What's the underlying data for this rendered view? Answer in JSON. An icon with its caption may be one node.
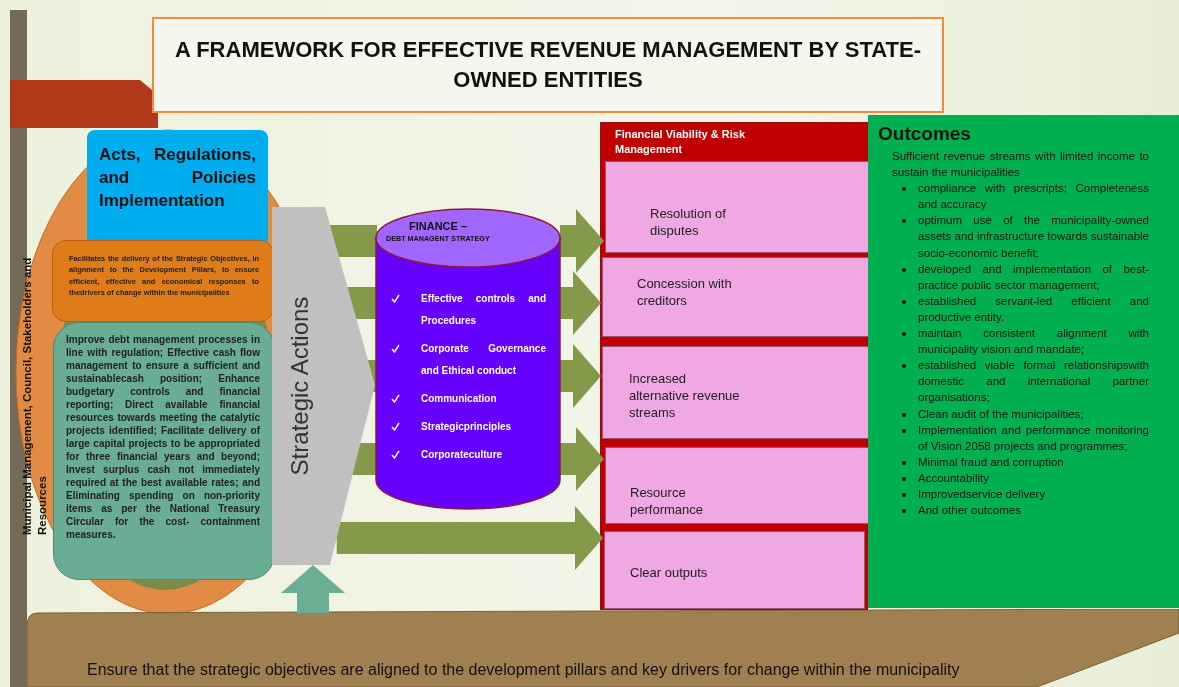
{
  "diagram": {
    "title": "A FRAMEWORK FOR EFFECTIVE REVENUE MANAGEMENT BY STATE-OWNED ENTITIES",
    "nodes": [
      {
        "text": [
          "Acts, Regulations, and Policies Implementation"
        ]
      },
      {
        "text": [
          "Facilitates the delivery of the Strategic Objectives, in alignment to the Development Pillars, to ensure efficient, effective and economical responses to thedrivers of change within the municipalities"
        ]
      },
      {
        "text": [
          "Improve debt management processes in line with regulation; Effective cash flow management to ensure a sufficient and sustainablecash position; Enhance budgetary controls and financial reporting; Direct available financial resources towards meeting the catalytic projects identified; Facilitate delivery of large capital projects to be appropriated for three financial years and beyond; Invest surplus cash not immediately required at the best available rates; and Eliminating spending on non-priority items as per the National Treasury Circular for the cost- containment measures."
        ]
      },
      {
        "text": [
          "Strategic Actions"
        ]
      },
      {
        "text": [
          "FINANCE –",
          "DEBT MANAGENT STRATEGY",
          "Effective controls and Procedures",
          "Corporate Governance and Ethical conduct",
          "Communication",
          "Strategicprinciples",
          "Corporateculture"
        ]
      },
      {
        "text": [
          "Financial Viability & Risk Management"
        ]
      },
      {
        "text": [
          "Resolution of disputes"
        ],
        "in": 5
      },
      {
        "text": [
          "Concession with creditors"
        ],
        "in": 5
      },
      {
        "text": [
          "Increased alternative revenue streams"
        ],
        "in": 5
      },
      {
        "text": [
          "Resource performance"
        ],
        "in": 5
      },
      {
        "text": [
          "Clear outputs"
        ],
        "in": 5
      },
      {
        "text": [
          "Outcomes",
          "Sufficient revenue streams with limited income to sustain the municipalities",
          "compliance with prescripts; Completeness and accuracy",
          "optimum use of the municipality-owned assets and infrastructure towards sustainable socio-economic benefit;",
          "developed and implementation of best-practice public sector management;",
          "established servant-led efficient and productive entity.",
          "maintain consistent alignment with municipality vision and mandate;",
          "established viable formal relationshipswith domestic and international partner organisations;",
          "Clean audit of the municipalities;",
          "Implementation and performance monitoring of Vision 2058 projects and programmes;",
          "Minimal fraud and corruption",
          "Accountability",
          "Improvedservice delivery",
          "And other outcomes"
        ]
      },
      {
        "text": [
          "Ensure that the strategic objectives are aligned to the development pillars and key drivers for change within the municipality"
        ]
      }
    ],
    "edges": [
      {
        "from": 4,
        "to": 6,
        "arrow": "to"
      },
      {
        "from": 4,
        "to": 7,
        "arrow": "to"
      },
      {
        "from": 4,
        "to": 8,
        "arrow": "to"
      },
      {
        "from": 4,
        "to": 9,
        "arrow": "to"
      },
      {
        "from": 3,
        "to": 10,
        "arrow": "to"
      },
      {
        "from": 12,
        "to": 3,
        "arrow": "to",
        "color": "#6aae94"
      }
    ],
    "labels": [
      "Municipal Management, Council, Stakeholders and Resources"
    ]
  }
}
